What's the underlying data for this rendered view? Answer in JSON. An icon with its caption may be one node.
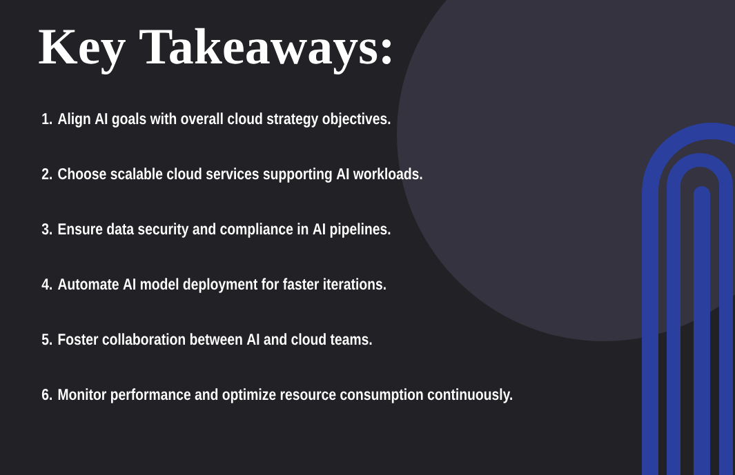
{
  "diagram": {
    "title": "Key Takeaways:",
    "labels": [
      "1. Align AI goals with overall cloud strategy objectives.",
      "2. Choose scalable cloud services supporting AI workloads.",
      "3. Ensure data security and compliance in AI pipelines.",
      "4. Automate AI model deployment for faster iterations.",
      "5. Foster collaboration between AI and cloud teams.",
      "6. Monitor performance and optimize resource consumption continuously."
    ]
  }
}
